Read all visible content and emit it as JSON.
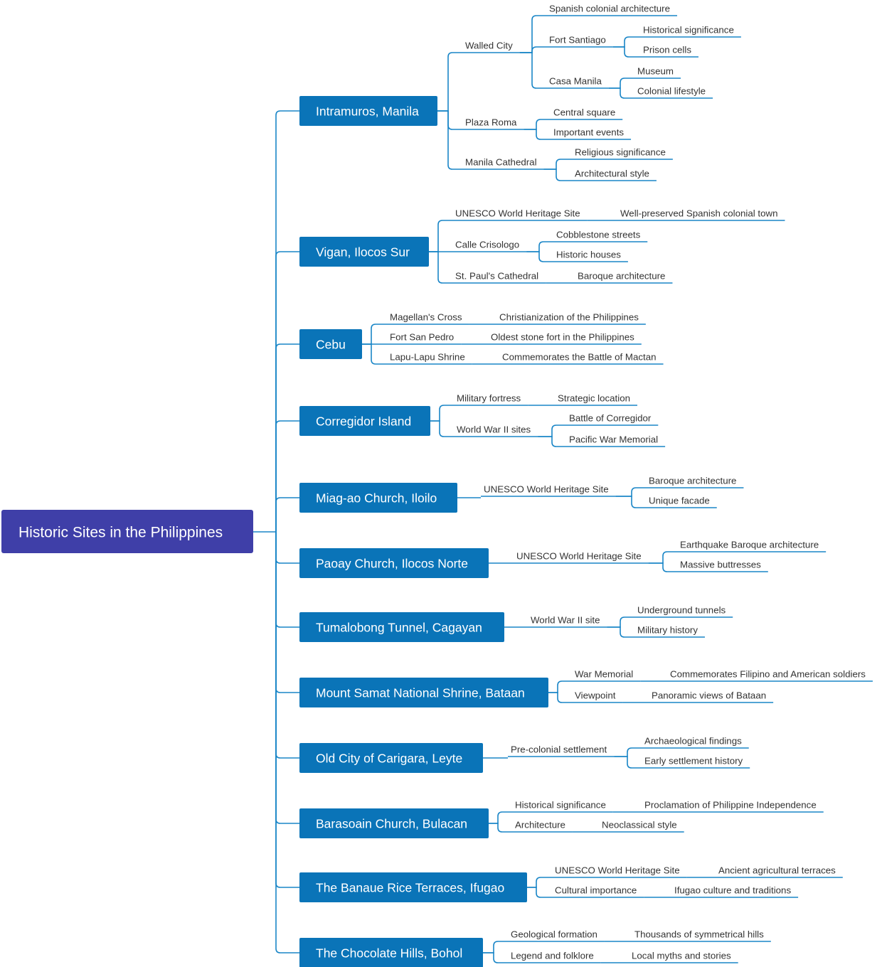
{
  "root": {
    "label": "Historic Sites in the Philippines"
  },
  "sites": [
    {
      "label": "Intramuros, Manila",
      "children": [
        {
          "label": "Walled City",
          "children": [
            {
              "label": "Spanish colonial architecture"
            },
            {
              "label": "Fort Santiago",
              "children": [
                {
                  "label": "Historical significance"
                },
                {
                  "label": "Prison cells"
                }
              ]
            },
            {
              "label": "Casa Manila",
              "children": [
                {
                  "label": "Museum"
                },
                {
                  "label": "Colonial lifestyle"
                }
              ]
            }
          ]
        },
        {
          "label": "Plaza Roma",
          "children": [
            {
              "label": "Central square"
            },
            {
              "label": "Important events"
            }
          ]
        },
        {
          "label": "Manila Cathedral",
          "children": [
            {
              "label": "Religious significance"
            },
            {
              "label": "Architectural style"
            }
          ]
        }
      ]
    },
    {
      "label": "Vigan, Ilocos Sur",
      "children": [
        {
          "label": "UNESCO World Heritage Site",
          "children": [
            {
              "label": "Well-preserved Spanish colonial town"
            }
          ]
        },
        {
          "label": "Calle Crisologo",
          "children": [
            {
              "label": "Cobblestone streets"
            },
            {
              "label": "Historic houses"
            }
          ]
        },
        {
          "label": "St. Paul's Cathedral",
          "children": [
            {
              "label": "Baroque architecture"
            }
          ]
        }
      ]
    },
    {
      "label": "Cebu",
      "children": [
        {
          "label": "Magellan's Cross",
          "children": [
            {
              "label": "Christianization of the Philippines"
            }
          ]
        },
        {
          "label": "Fort San Pedro",
          "children": [
            {
              "label": "Oldest stone fort in the Philippines"
            }
          ]
        },
        {
          "label": "Lapu-Lapu Shrine",
          "children": [
            {
              "label": "Commemorates the Battle of Mactan"
            }
          ]
        }
      ]
    },
    {
      "label": "Corregidor Island",
      "children": [
        {
          "label": "Military fortress",
          "children": [
            {
              "label": "Strategic location"
            }
          ]
        },
        {
          "label": "World War II sites",
          "children": [
            {
              "label": "Battle of Corregidor"
            },
            {
              "label": "Pacific War Memorial"
            }
          ]
        }
      ]
    },
    {
      "label": "Miag-ao Church, Iloilo",
      "children": [
        {
          "label": "UNESCO World Heritage Site",
          "children": [
            {
              "label": "Baroque architecture"
            },
            {
              "label": "Unique facade"
            }
          ]
        }
      ]
    },
    {
      "label": "Paoay Church, Ilocos Norte",
      "children": [
        {
          "label": "UNESCO World Heritage Site",
          "children": [
            {
              "label": "Earthquake Baroque architecture"
            },
            {
              "label": "Massive buttresses"
            }
          ]
        }
      ]
    },
    {
      "label": "Tumalobong Tunnel, Cagayan",
      "children": [
        {
          "label": "World War II site",
          "children": [
            {
              "label": "Underground tunnels"
            },
            {
              "label": "Military history"
            }
          ]
        }
      ]
    },
    {
      "label": "Mount Samat National Shrine, Bataan",
      "children": [
        {
          "label": "War Memorial",
          "children": [
            {
              "label": "Commemorates Filipino and American soldiers"
            }
          ]
        },
        {
          "label": "Viewpoint",
          "children": [
            {
              "label": "Panoramic views of Bataan"
            }
          ]
        }
      ]
    },
    {
      "label": "Old City of Carigara, Leyte",
      "children": [
        {
          "label": "Pre-colonial settlement",
          "children": [
            {
              "label": "Archaeological findings"
            },
            {
              "label": "Early settlement history"
            }
          ]
        }
      ]
    },
    {
      "label": "Barasoain Church, Bulacan",
      "children": [
        {
          "label": "Historical significance",
          "children": [
            {
              "label": "Proclamation of Philippine Independence"
            }
          ]
        },
        {
          "label": "Architecture",
          "children": [
            {
              "label": "Neoclassical style"
            }
          ]
        }
      ]
    },
    {
      "label": "The Banaue Rice Terraces, Ifugao",
      "children": [
        {
          "label": "UNESCO World Heritage Site",
          "children": [
            {
              "label": "Ancient agricultural terraces"
            }
          ]
        },
        {
          "label": "Cultural importance",
          "children": [
            {
              "label": "Ifugao culture and traditions"
            }
          ]
        }
      ]
    },
    {
      "label": "The Chocolate Hills, Bohol",
      "children": [
        {
          "label": "Geological formation",
          "children": [
            {
              "label": "Thousands of symmetrical hills"
            }
          ]
        },
        {
          "label": "Legend and folklore",
          "children": [
            {
              "label": "Local myths and stories"
            }
          ]
        }
      ]
    }
  ]
}
